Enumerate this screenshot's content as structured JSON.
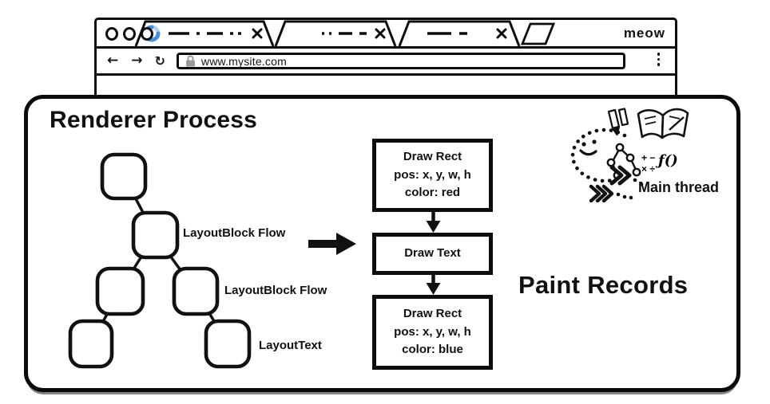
{
  "browser": {
    "brand": "meow",
    "address": {
      "url": "www.mysite.com"
    },
    "nav": {
      "back_glyph": "←",
      "forward_glyph": "→",
      "refresh_glyph": "↻"
    }
  },
  "renderer": {
    "title": "Renderer Process",
    "layout_tree_labels": [
      "LayoutBlock Flow",
      "LayoutBlock Flow",
      "LayoutText"
    ],
    "paint": {
      "heading": "Paint Records",
      "records": [
        {
          "l1": "Draw Rect",
          "l2": "pos: x, y, w, h",
          "l3": "color: red"
        },
        {
          "l1": "Draw Text"
        },
        {
          "l1": "Draw Rect",
          "l2": "pos: x, y, w, h",
          "l3": "color: blue"
        }
      ]
    },
    "main_thread": {
      "label": "Main thread",
      "math_row1": "+ −",
      "math_row2": "× ÷",
      "fn": "ƒ()"
    }
  },
  "colors": {
    "ink": "#111111",
    "spinner_blue": "#4a90d9",
    "spinner_light": "#b3d2f1",
    "lock_gray": "#9a9a9a"
  }
}
